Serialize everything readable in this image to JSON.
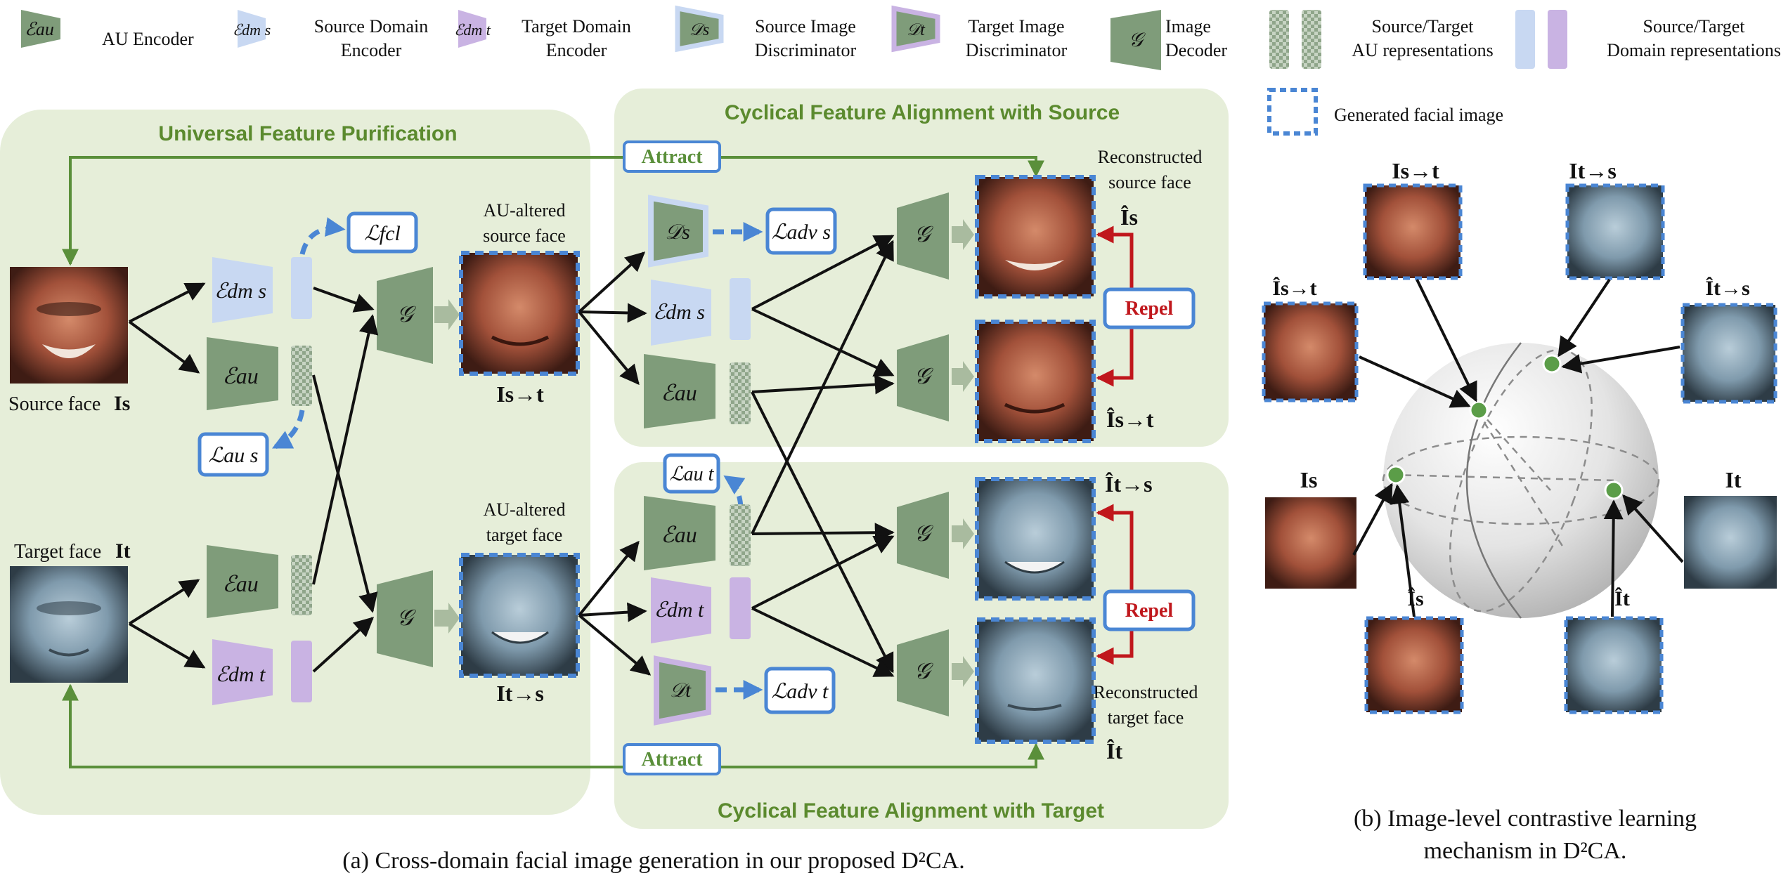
{
  "legend": {
    "au_encoder": {
      "symbol": "ℰau",
      "label": "AU Encoder"
    },
    "source_domain_encoder": {
      "symbol": "ℰdm s",
      "label_line1": "Source Domain",
      "label_line2": "Encoder"
    },
    "target_domain_encoder": {
      "symbol": "ℰdm t",
      "label_line1": "Target Domain",
      "label_line2": "Encoder"
    },
    "source_image_discriminator": {
      "symbol": "𝒟s",
      "label_line1": "Source Image",
      "label_line2": "Discriminator"
    },
    "target_image_discriminator": {
      "symbol": "𝒟t",
      "label_line1": "Target Image",
      "label_line2": "Discriminator"
    },
    "image_decoder": {
      "symbol": "𝒢",
      "label_line1": "Image",
      "label_line2": "Decoder"
    },
    "au_representations": {
      "label_line1": "Source/Target",
      "label_line2": "AU representations"
    },
    "domain_representations": {
      "label_line1": "Source/Target",
      "label_line2": "Domain representations"
    },
    "generated_image": {
      "label": "Generated facial image"
    }
  },
  "panels": {
    "purification_title": "Universal Feature Purification",
    "align_source_title": "Cyclical Feature Alignment  with Source",
    "align_target_title": "Cyclical Feature Alignment with Target"
  },
  "labels": {
    "attract": "Attract",
    "repel": "Repel",
    "source_face": "Source face",
    "source_face_sym": "Is",
    "target_face": "Target face",
    "target_face_sym": "It",
    "au_altered_source_1": "AU-altered",
    "au_altered_source_2": "source face",
    "au_altered_target_1": "AU-altered",
    "au_altered_target_2": "target face",
    "i_s_to_t": "Is→t",
    "i_t_to_s": "It→s",
    "hat_i_s": "Îs",
    "hat_i_s_to_t": "Îs→t",
    "hat_i_t_to_s": "Ît→s",
    "hat_i_t": "Ît",
    "reconstructed_source_1": "Reconstructed",
    "reconstructed_source_2": "source face",
    "reconstructed_target_1": "Reconstructed",
    "reconstructed_target_2": "target face",
    "encoder_au": "ℰau",
    "encoder_dm_s": "ℰdm s",
    "encoder_dm_t": "ℰdm t",
    "decoder": "𝒢",
    "disc_s": "𝒟s",
    "disc_t": "𝒟t"
  },
  "losses": {
    "fcl": "ℒfcl",
    "au_s": "ℒau s",
    "adv_s": "ℒadv s",
    "au_t": "ℒau t",
    "adv_t": "ℒadv t"
  },
  "captions": {
    "a": "(a) Cross-domain facial image generation in our proposed D²CA.",
    "b_line1": "(b) Image-level contrastive learning",
    "b_line2": "mechanism in D²CA."
  },
  "colors": {
    "panel_bg": "#e6eed9",
    "encoder_au": "#7f9c7a",
    "domain_source": "#c8d8f2",
    "domain_target": "#c9b3e3",
    "blue_dash": "#4a86d4",
    "arrow_green": "#5a8f3a",
    "repel_red": "#c0171c",
    "sphere_point": "#5b9d48"
  }
}
